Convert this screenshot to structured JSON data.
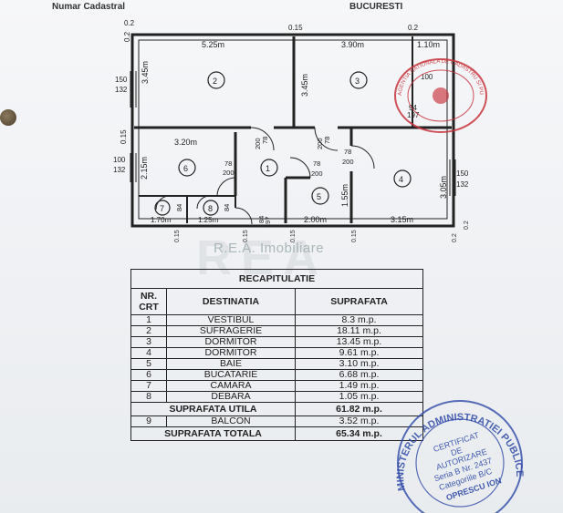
{
  "header": {
    "numar_cadastral": "Numar Cadastral",
    "city": "BUCURESTI"
  },
  "watermark": "R.E.A. Imobiliare",
  "plan": {
    "dims": {
      "d_0_2_tl": "0.2",
      "d_0_15_top": "0.15",
      "d_0_2_tr": "0.2",
      "d_0_2_left": "0.2",
      "d_5_25": "5.25m",
      "d_3_90": "3.90m",
      "d_1_10": "1.10m",
      "d_150_132_l": "150\n132",
      "d_345_l": "3.45m",
      "d_345_m": "3.45m",
      "d_0_15_left": "0.15",
      "d_3_20": "3.20m",
      "d_100_132": "100\n132",
      "d_215": "2.15m",
      "d_170": "1.70m",
      "d_125": "1.25m",
      "d_200": "2.00m",
      "d_155": "1.55m",
      "d_315": "3.15m",
      "d_305": "3.05m",
      "d_150_132_r": "150\n132",
      "d_100_r": "100",
      "d_94_197": "94\n197",
      "door_78_200": "78\n200",
      "door_84": "84",
      "door_94_197": "94\n197",
      "b_015": "0.15",
      "b_02": "0.2"
    },
    "rooms": [
      "1",
      "2",
      "3",
      "4",
      "5",
      "6",
      "7",
      "8"
    ]
  },
  "recap": {
    "title": "RECAPITULATIE",
    "col_nr": "NR.\nCRT",
    "col_dest": "DESTINATIA",
    "col_supr": "SUPRAFATA",
    "rows": [
      {
        "nr": "1",
        "dest": "VESTIBUL",
        "supr": "8.3 m.p."
      },
      {
        "nr": "2",
        "dest": "SUFRAGERIE",
        "supr": "18.11 m.p."
      },
      {
        "nr": "3",
        "dest": "DORMITOR",
        "supr": "13.45 m.p."
      },
      {
        "nr": "4",
        "dest": "DORMITOR",
        "supr": "9.61 m.p."
      },
      {
        "nr": "5",
        "dest": "BAIE",
        "supr": "3.10 m.p."
      },
      {
        "nr": "6",
        "dest": "BUCATARIE",
        "supr": "6.68 m.p."
      },
      {
        "nr": "7",
        "dest": "CAMARA",
        "supr": "1.49 m.p."
      },
      {
        "nr": "8",
        "dest": "DEBARA",
        "supr": "1.05 m.p."
      }
    ],
    "utila_label": "SUPRAFATA UTILA",
    "utila_value": "61.82 m.p.",
    "balcon": {
      "nr": "9",
      "dest": "BALCON",
      "supr": "3.52 m.p."
    },
    "totala_label": "SUPRAFATA TOTALA",
    "totala_value": "65.34 m.p."
  },
  "stamp_blue": {
    "ring": "MINISTERUL ADMINISTRATIEI PUBLICE",
    "l1": "CERTIFICAT",
    "l2": "DE",
    "l3": "AUTORIZARE",
    "l4": "Seria B Nr. 2437",
    "l5": "Categoriile B/C",
    "l6": "OPRESCU ION"
  },
  "stamp_red": {
    "ring": "AGENTIA NATIONALA DE CADASTRU SI PUBLICITATE IMOBILIARA"
  },
  "colors": {
    "stamp_blue": "#2f4aa8",
    "stamp_red": "#c8323c",
    "ink": "#222222"
  }
}
